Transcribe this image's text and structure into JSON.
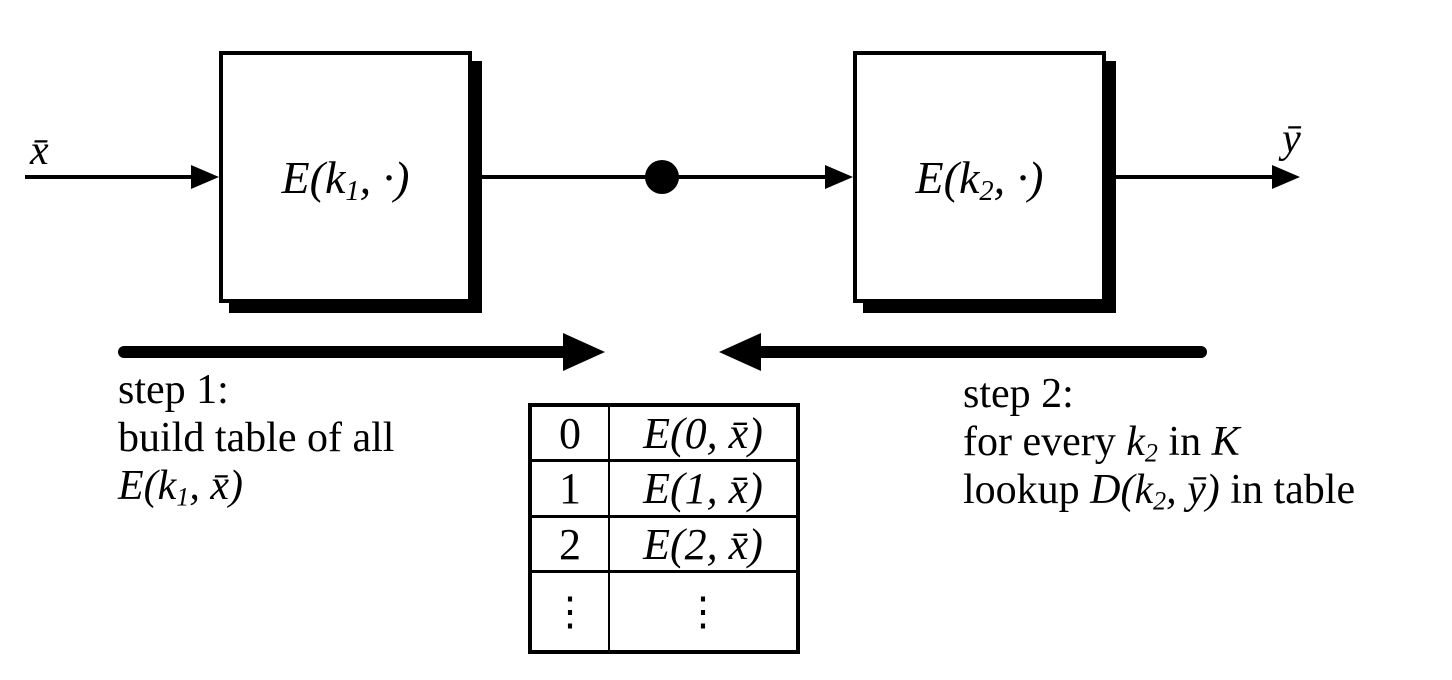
{
  "colors": {
    "ink": "#000000",
    "background": "#ffffff"
  },
  "pipeline": {
    "input_label": "x̄",
    "output_label": "ȳ",
    "box1": {
      "pre": "E(k",
      "sub": "1",
      "post": ", ·)"
    },
    "box2": {
      "pre": "E(k",
      "sub": "2",
      "post": ", ·)"
    }
  },
  "step1": {
    "line1": "step 1:",
    "line2": "build table of all",
    "line3": {
      "pre": "E(k",
      "sub": "1",
      "post": ", x̄)"
    }
  },
  "step2": {
    "line1": "step 2:",
    "line2": {
      "a": "for every ",
      "b": "k",
      "bsub": "2",
      "c": " in ",
      "d": "K"
    },
    "line3": {
      "a": "lookup ",
      "b": "D(k",
      "bsub": "2",
      "c": ", ȳ)",
      "d": " in table"
    }
  },
  "table": {
    "rows": [
      [
        "0",
        "E(0, x̄)"
      ],
      [
        "1",
        "E(1, x̄)"
      ],
      [
        "2",
        "E(2, x̄)"
      ],
      [
        "⋮",
        "⋮"
      ]
    ]
  }
}
